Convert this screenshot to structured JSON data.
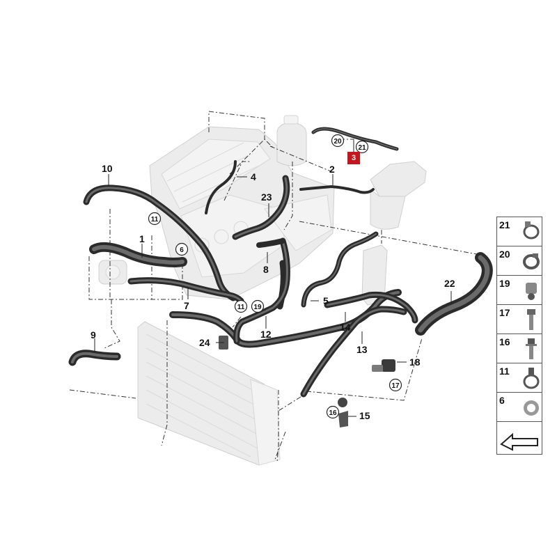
{
  "callouts": {
    "c1": "1",
    "c2": "2",
    "c4": "4",
    "c5": "5",
    "c7": "7",
    "c8": "8",
    "c9": "9",
    "c10": "10",
    "c12": "12",
    "c13": "13",
    "c14": "14",
    "c15": "15",
    "c18": "18",
    "c22": "22",
    "c23": "23",
    "c24": "24"
  },
  "circled_callouts": {
    "c6": "6",
    "c11a": "11",
    "c11b": "11",
    "c16": "16",
    "c17": "17",
    "c19": "19",
    "c20": "20",
    "c21": "21"
  },
  "highlight": {
    "label": "3",
    "color": "#c4161c"
  },
  "legend": {
    "items": [
      {
        "label": "21",
        "icon": "hose-clamp-icon"
      },
      {
        "label": "20",
        "icon": "band-clamp-icon"
      },
      {
        "label": "19",
        "icon": "holder-clip-icon"
      },
      {
        "label": "17",
        "icon": "bolt-icon"
      },
      {
        "label": "16",
        "icon": "flange-bolt-icon"
      },
      {
        "label": "11",
        "icon": "spring-clamp-icon"
      },
      {
        "label": "6",
        "icon": "ring-clamp-icon"
      }
    ],
    "footer_icon": "forward-arrow-icon"
  }
}
